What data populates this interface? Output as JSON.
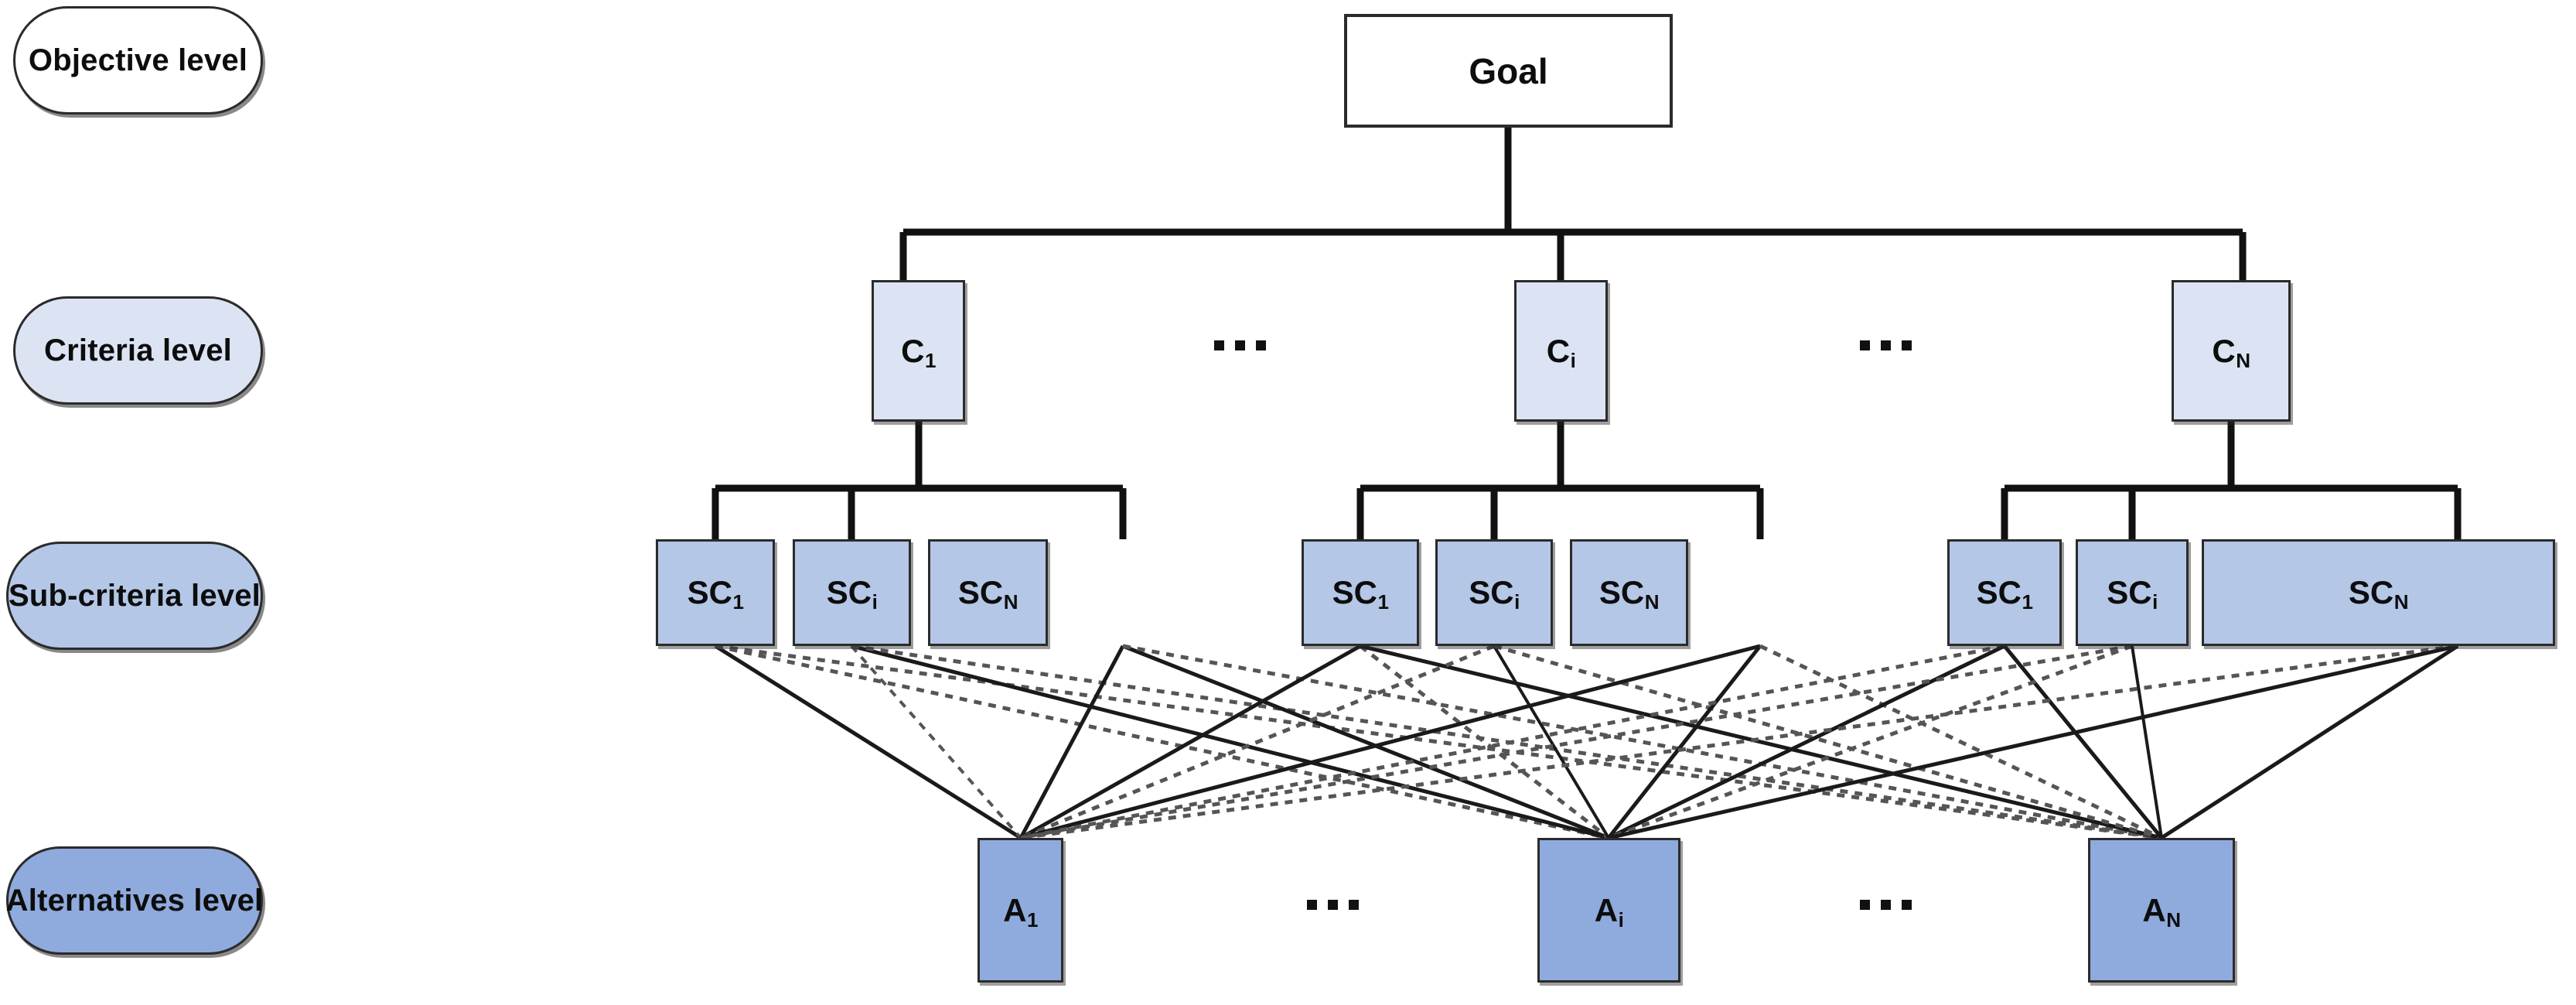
{
  "diagram": {
    "title": "AHP hierarchy structure",
    "background": "#ffffff"
  },
  "colors": {
    "objective_fill": "#ffffff",
    "criteria_fill": "#dce4f3",
    "subcriteria_fill": "#b4c7e7",
    "alternatives_fill": "#8faadc",
    "stroke": "#2b2b2b",
    "edge_solid": "#1a1a1a",
    "edge_dotted": "#555555"
  },
  "legend": {
    "items": [
      {
        "label": "Objective level",
        "level": "objective"
      },
      {
        "label": "Criteria level",
        "level": "criteria"
      },
      {
        "label": "Sub-criteria level",
        "level": "subcriteria"
      },
      {
        "label": "Alternatives level",
        "level": "alternatives"
      }
    ]
  },
  "tree": {
    "goal": {
      "label": "Goal"
    },
    "criteria": [
      {
        "base": "C",
        "sub": "1"
      },
      {
        "base": "C",
        "sub": "i"
      },
      {
        "base": "C",
        "sub": "N"
      }
    ],
    "criteria_ellipsis_count": 2,
    "subcriteria_groups": [
      {
        "parent": "C1",
        "nodes": [
          {
            "base": "SC",
            "sub": "1"
          },
          {
            "base": "SC",
            "sub": "i"
          },
          {
            "base": "SC",
            "sub": "N"
          }
        ]
      },
      {
        "parent": "Ci",
        "nodes": [
          {
            "base": "SC",
            "sub": "1"
          },
          {
            "base": "SC",
            "sub": "i"
          },
          {
            "base": "SC",
            "sub": "N"
          }
        ]
      },
      {
        "parent": "CN",
        "nodes": [
          {
            "base": "SC",
            "sub": "1"
          },
          {
            "base": "SC",
            "sub": "i"
          },
          {
            "base": "SC",
            "sub": "N"
          }
        ]
      }
    ],
    "alternatives": [
      {
        "base": "A",
        "sub": "1"
      },
      {
        "base": "A",
        "sub": "i"
      },
      {
        "base": "A",
        "sub": "N"
      }
    ],
    "alternatives_ellipsis_count": 2,
    "edges_note": "every sub-criterion connects to every alternative (9 x 3 = 27 links, alternating solid and dotted)"
  }
}
